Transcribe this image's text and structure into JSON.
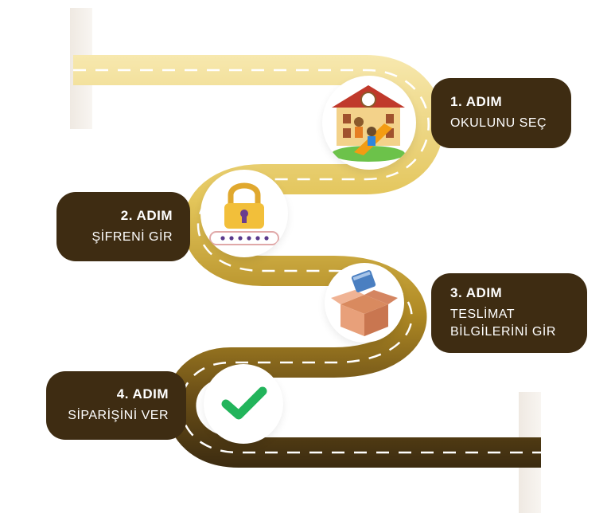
{
  "steps": [
    {
      "number": "1. ADIM",
      "line1": "OKULUNU SEÇ",
      "line2": "",
      "icon": "school-playground-icon"
    },
    {
      "number": "2. ADIM",
      "line1": "ŞİFRENİ GİR",
      "line2": "",
      "icon": "padlock-password-icon"
    },
    {
      "number": "3. ADIM",
      "line1": "TESLİMAT",
      "line2": "BİLGİLERİNİ GİR",
      "icon": "package-box-icon"
    },
    {
      "number": "4. ADIM",
      "line1": "SİPARİŞİNİ VER",
      "line2": "",
      "icon": "checkmark-icon"
    }
  ],
  "colors": {
    "box": "#3e2c12",
    "road_start": "#f6e6a8",
    "road_mid": "#d9b53a",
    "road_end": "#3e2c12",
    "check": "#22b45b"
  }
}
